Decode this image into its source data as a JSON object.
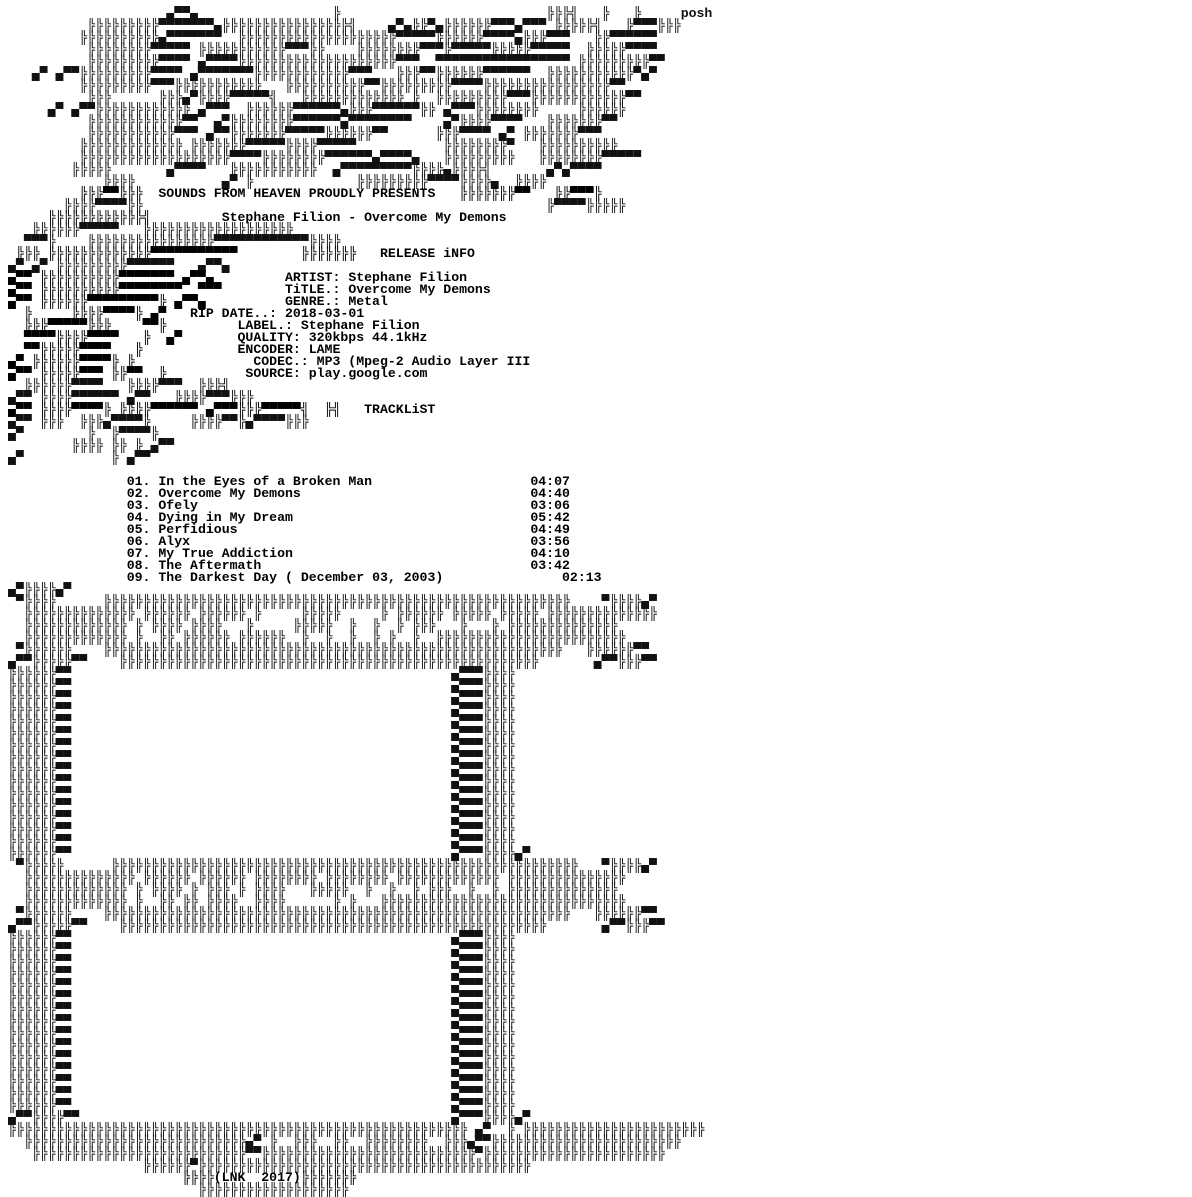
{
  "header": {
    "tag": "posh",
    "presents": "SOUNDS FROM HEAVEN PROUDLY PRESENTS",
    "release_title": "Stephane Filion - Overcome My Demons",
    "section_release_info": "RELEASE iNFO",
    "section_tracklist": "TRACKLiST"
  },
  "release_info": {
    "artist_label": "ARTIST:",
    "artist": "Stephane Filion",
    "title_label": "TiTLE.:",
    "title": "Overcome My Demons",
    "genre_label": "GENRE.:",
    "genre": "Metal",
    "rip_date_label": "RIP DATE..:",
    "rip_date": "2018-03-01",
    "label_label": "LABEL.:",
    "label": "Stephane Filion",
    "quality_label": "QUALITY:",
    "quality": "320kbps 44.1kHz",
    "encoder_label": "ENCODER:",
    "encoder": "LAME",
    "codec_label": "CODEC.:",
    "codec": "MP3 (Mpeg-2 Audio Layer III",
    "source_label": "SOURCE:",
    "source": "play.google.com"
  },
  "tracklist": [
    {
      "num": "01.",
      "title": "In the Eyes of a Broken Man",
      "time": "04:07"
    },
    {
      "num": "02.",
      "title": "Overcome My Demons",
      "time": "04:40"
    },
    {
      "num": "03.",
      "title": "Ofely",
      "time": "03:06"
    },
    {
      "num": "04.",
      "title": "Dying in My Dream",
      "time": "05:42"
    },
    {
      "num": "05.",
      "title": "Perfidious",
      "time": "04:49"
    },
    {
      "num": "06.",
      "title": "Alyx",
      "time": "03:56"
    },
    {
      "num": "07.",
      "title": "My True Addiction",
      "time": "04:10"
    },
    {
      "num": "08.",
      "title": "The Aftermath",
      "time": "03:42"
    },
    {
      "num": "09.",
      "title": "The Darkest Day ( December 03, 2003)",
      "time": "02:13"
    }
  ],
  "footer": {
    "credit": "(LNK  2017)"
  }
}
